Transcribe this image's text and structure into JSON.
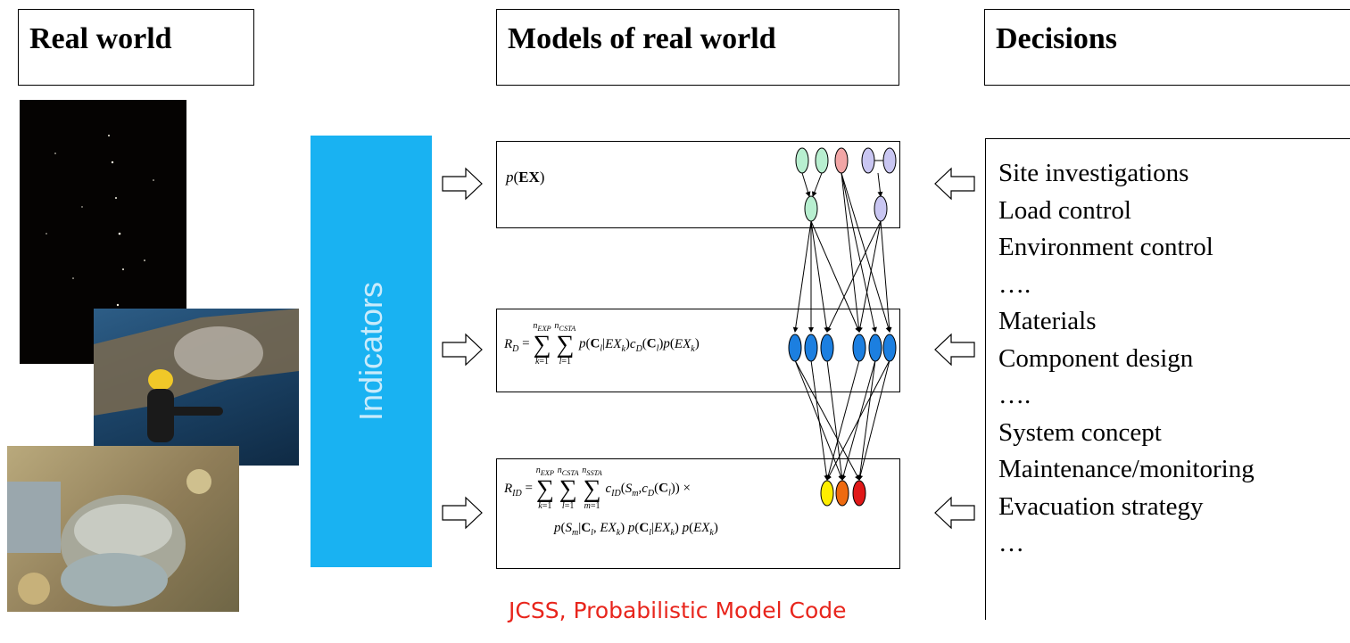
{
  "headers": {
    "real_world": "Real world",
    "models": "Models of real world",
    "decisions": "Decisions"
  },
  "indicators_label": "Indicators",
  "models": {
    "exposure": "p(EX)",
    "direct_risk": "R_D = Σ_{k=1}^{n_EXP} Σ_{l=1}^{n_CSTA} p(C_l | EX_k) c_D(C_l) p(EX_k)",
    "indirect_risk": "R_ID = Σ_{k=1}^{n_EXP} Σ_{l=1}^{n_CSTA} Σ_{m=1}^{n_SSTA} c_ID(S_m, c_D(C_l)) × p(S_m | C_l, EX_k) p(C_l | EX_k) p(EX_k)"
  },
  "decisions": [
    "Site investigations",
    "Load control",
    "Environment control",
    "….",
    "Materials",
    "Component design",
    "….",
    "System concept",
    "Maintenance/monitoring",
    "Evacuation strategy",
    "…"
  ],
  "footer": "JCSS, Probabilistic Model Code",
  "colors": {
    "indicator_bar": "#19b2f2",
    "footer_text": "#e8251c",
    "node_green": "#b8efd0",
    "node_red": "#f2a6a6",
    "node_lavender": "#c9c6f2",
    "node_blue": "#1c7fe0",
    "node_yellow": "#ffee00",
    "node_orange": "#ee6a10",
    "node_darkred": "#e01818"
  },
  "photos": [
    "night-sky-photo",
    "diver-welding-photo",
    "corroded-joint-photo"
  ]
}
